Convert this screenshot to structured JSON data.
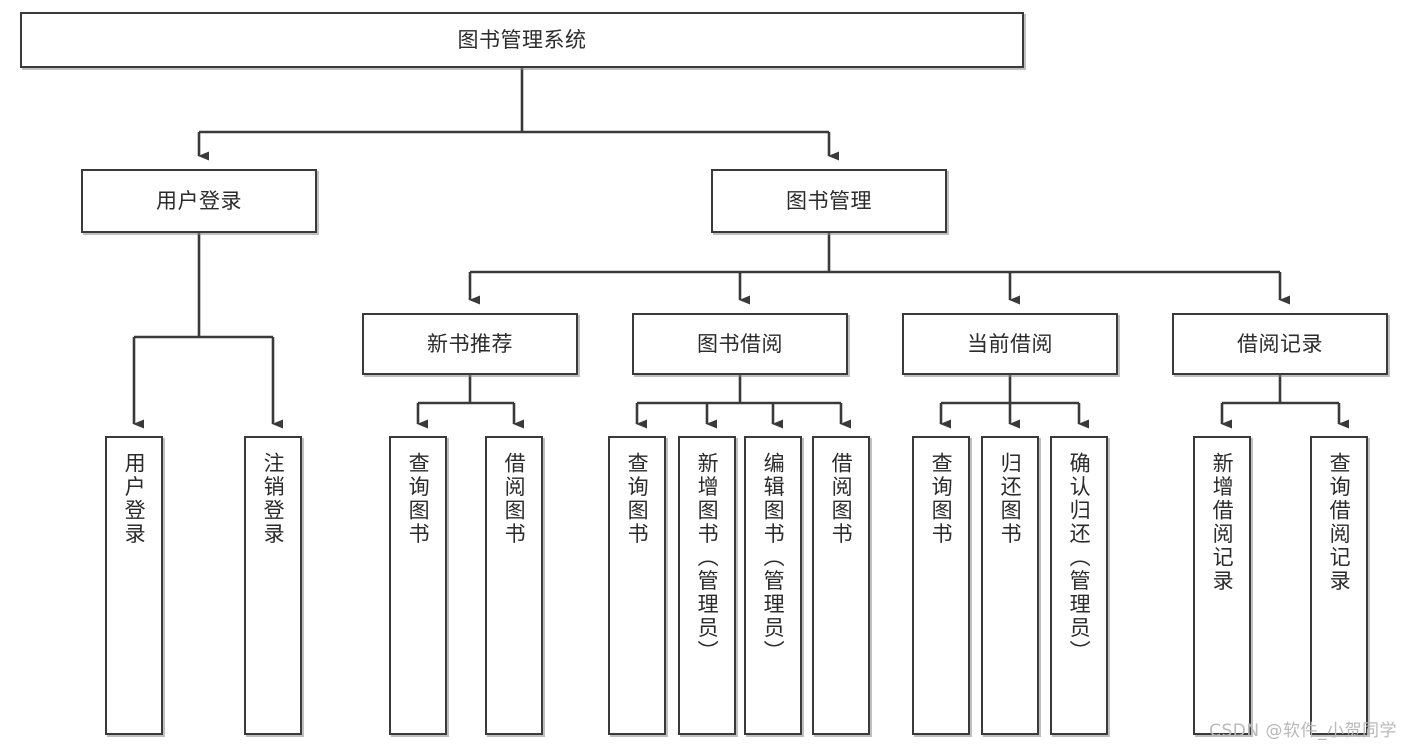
{
  "diagram": {
    "title": "图书管理系统",
    "type": "tree-hierarchy-chart",
    "watermark": "CSDN @软件_小贺同学",
    "colors": {
      "box_border": "#3a3a3a",
      "box_fill": "#ffffff",
      "connector": "#3a3a3a",
      "text": "#2b2b2b",
      "watermark": "#b9b9b9",
      "background": "#ffffff"
    },
    "root": {
      "label": "图书管理系统"
    },
    "level2": [
      {
        "label": "用户登录"
      },
      {
        "label": "图书管理"
      }
    ],
    "level3": [
      {
        "label": "新书推荐"
      },
      {
        "label": "图书借阅"
      },
      {
        "label": "当前借阅"
      },
      {
        "label": "借阅记录"
      }
    ],
    "leaves": {
      "user_login": [
        {
          "label": "用户登录"
        },
        {
          "label": "注销登录"
        }
      ],
      "new_book_recommend": [
        {
          "label": "查询图书"
        },
        {
          "label": "借阅图书"
        }
      ],
      "book_borrow": [
        {
          "label": "查询图书"
        },
        {
          "label": "新增图书（管理员）"
        },
        {
          "label": "编辑图书（管理员）"
        },
        {
          "label": "借阅图书"
        }
      ],
      "current_borrow": [
        {
          "label": "查询图书"
        },
        {
          "label": "归还图书"
        },
        {
          "label": "确认归还（管理员）"
        }
      ],
      "borrow_record": [
        {
          "label": "新增借阅记录"
        },
        {
          "label": "查询借阅记录"
        }
      ]
    }
  }
}
